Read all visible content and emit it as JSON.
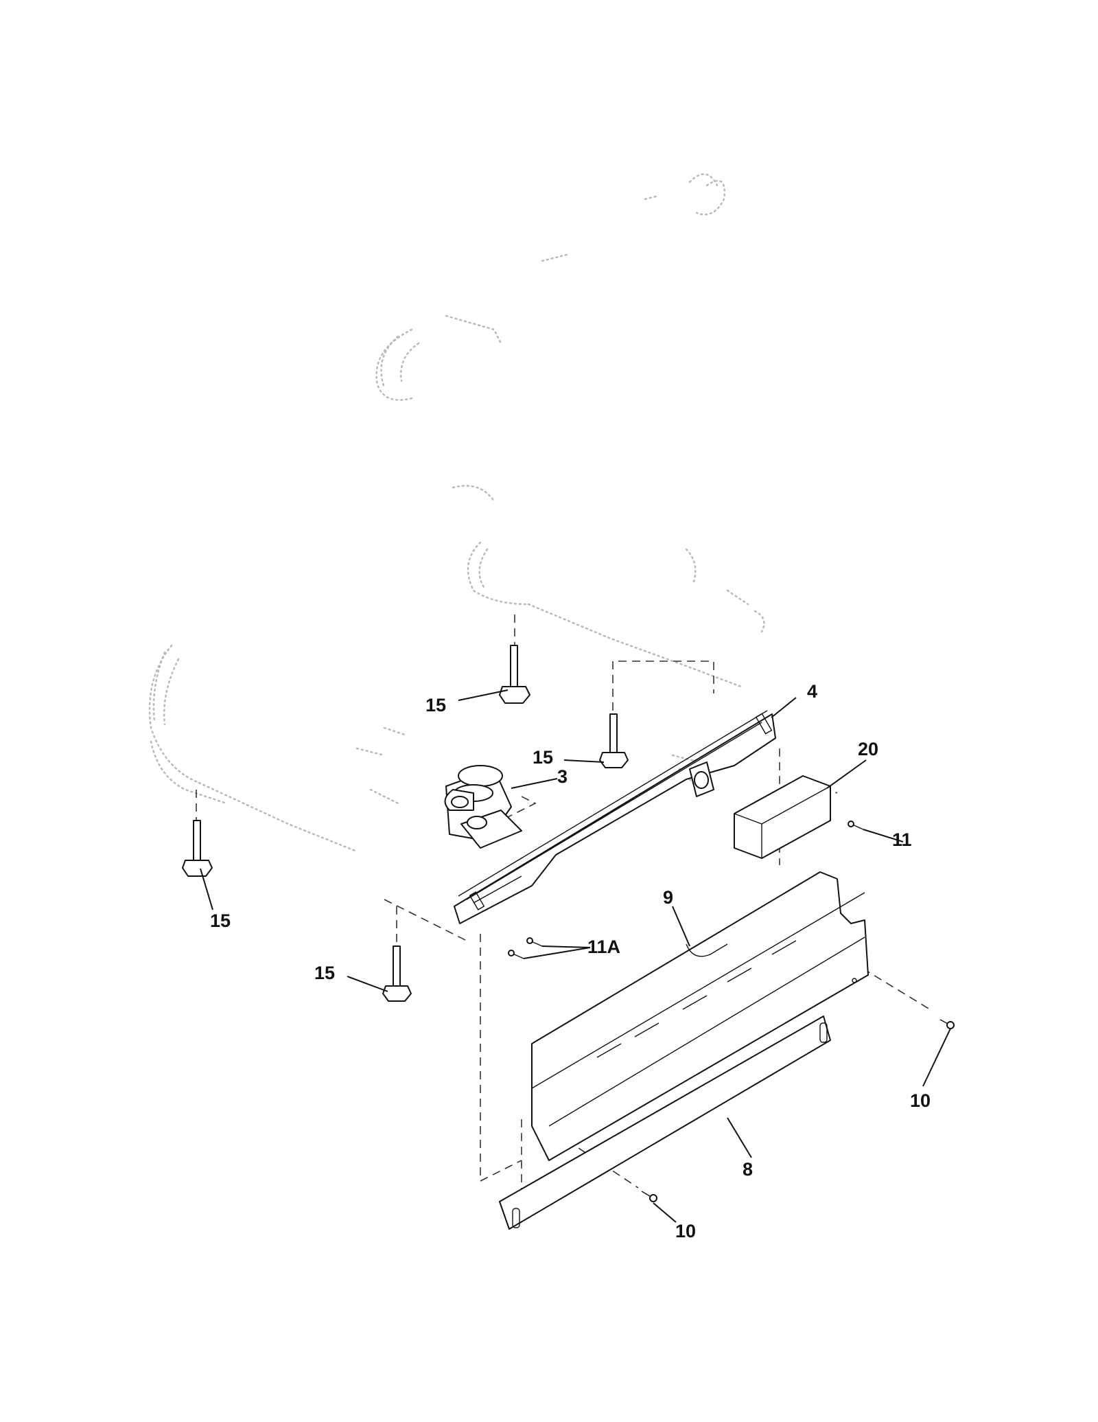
{
  "diagram": {
    "callouts": {
      "c15_top": "15",
      "c15_mid": "15",
      "c15_left": "15",
      "c15_bottom": "15",
      "c3": "3",
      "c4": "4",
      "c20": "20",
      "c11": "11",
      "c11a": "11A",
      "c9": "9",
      "c8": "8",
      "c10_right": "10",
      "c10_bottom": "10"
    },
    "colors": {
      "line": "#111111",
      "ghost": "#b9b9b9",
      "background": "#ffffff"
    }
  }
}
